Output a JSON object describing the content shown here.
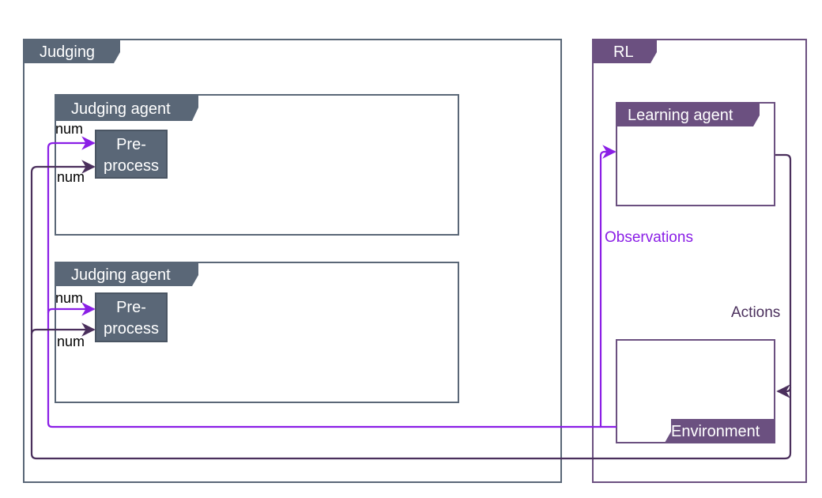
{
  "colors": {
    "slate": "#5a6777",
    "slate_border": "#4a5563",
    "purple": "#6b5080",
    "purple_border": "#54406a",
    "violet_edge": "#8a1ee6",
    "dark_edge": "#4a2f5c"
  },
  "judging_group": {
    "label": "Judging",
    "agents": [
      {
        "label": "Judging agent",
        "preprocess": {
          "line1": "Pre-",
          "line2": "process"
        },
        "inputs": [
          "num",
          "num"
        ]
      },
      {
        "label": "Judging agent",
        "preprocess": {
          "line1": "Pre-",
          "line2": "process"
        },
        "inputs": [
          "num",
          "num"
        ]
      }
    ]
  },
  "rl_group": {
    "label": "RL",
    "learning_agent": {
      "label": "Learning agent"
    },
    "environment": {
      "label": "Environment"
    }
  },
  "edges": {
    "observations": "Observations",
    "actions": "Actions"
  }
}
